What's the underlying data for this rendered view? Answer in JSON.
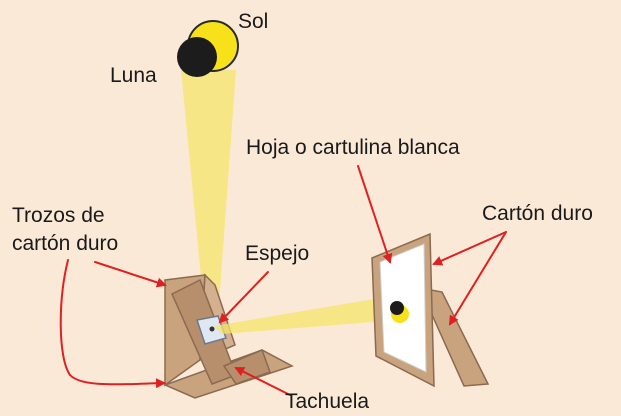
{
  "labels": {
    "sun": "Sol",
    "moon": "Luna",
    "white_sheet": "Hoja o cartulina blanca",
    "pieces_line1": "Trozos de",
    "pieces_line2": "cartón duro",
    "mirror": "Espejo",
    "cardboard": "Cartón duro",
    "tack": "Tachuela"
  },
  "colors": {
    "background": "#fbe9d8",
    "sun": "#f6e11a",
    "moon": "#1c1c1c",
    "light_beam": "#f5e46a",
    "cardboard": "#c9a27e",
    "cardboard_edge": "#8a6a50",
    "arrow": "#e02020",
    "screen": "#ffffff",
    "mirror": "#dfe7f2"
  },
  "icons": {
    "sun": "sun-disc",
    "moon": "moon-disc",
    "mirror_stand": "mirror-on-cardboard-stand",
    "screen": "white-sheet-on-cardboard-frame",
    "projected_image": "eclipse-image"
  }
}
